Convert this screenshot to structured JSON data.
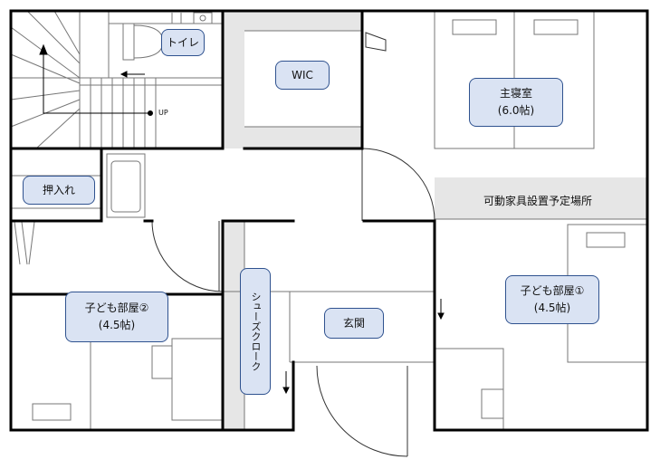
{
  "rooms": {
    "toilet": "トイレ",
    "wic": "WIC",
    "master_bedroom": {
      "name": "主寝室",
      "size": "(6.0帖)"
    },
    "closet": "押入れ",
    "movable_furniture": "可動家具設置予定場所",
    "child_room_2": {
      "name": "子ども部屋②",
      "size": "(4.5帖)"
    },
    "child_room_1": {
      "name": "子ども部屋①",
      "size": "(4.5帖)"
    },
    "shoe_cloak": "シューズクローク",
    "entrance": "玄関"
  },
  "stairs": {
    "direction_label": "UP"
  },
  "colors": {
    "wall": "#000000",
    "line": "#666666",
    "label_fill": "#dae3f3",
    "label_border": "#2f528f",
    "hatch": "#e6e6e6"
  }
}
